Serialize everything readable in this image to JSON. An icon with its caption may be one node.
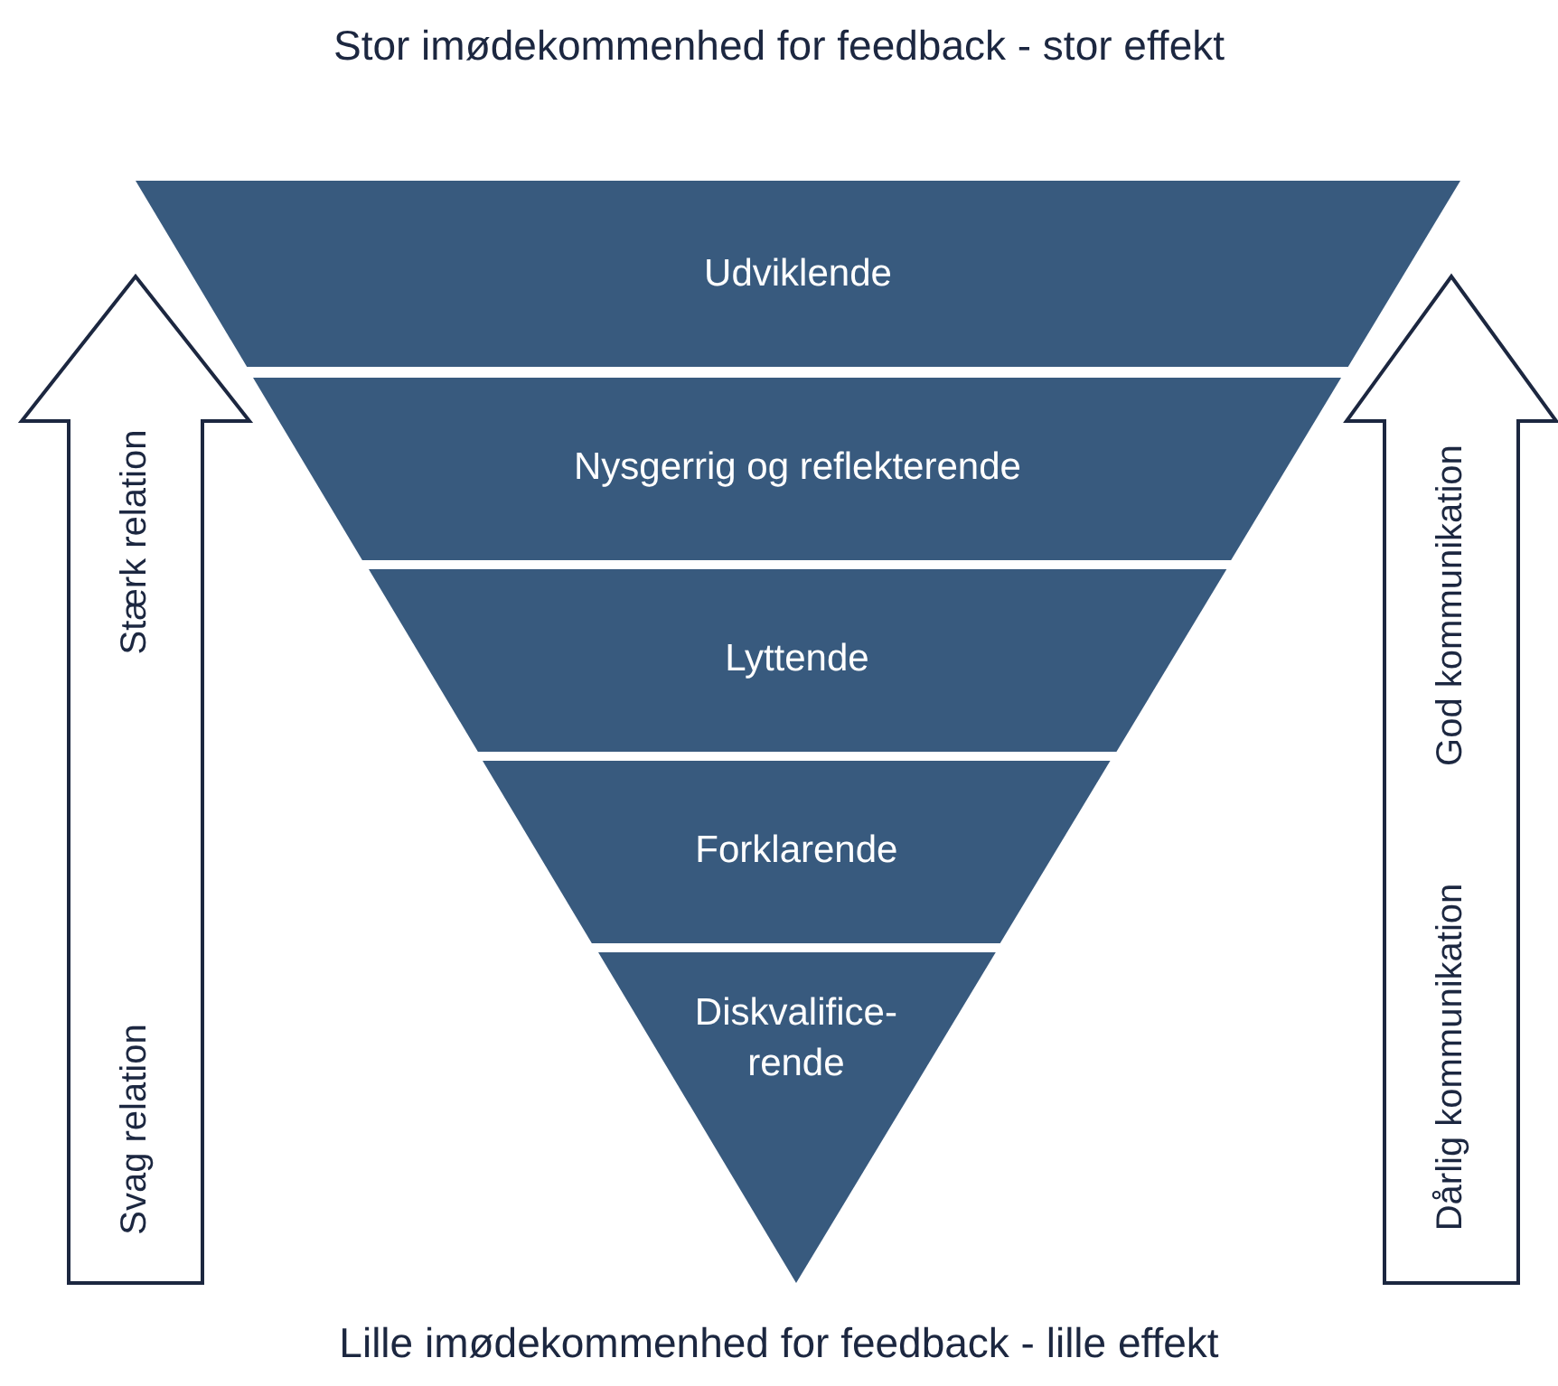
{
  "diagram": {
    "title": "Stor imødekommenhed for feedback - stor effekt",
    "caption": "Lille imødekommenhed for feedback - lille effekt",
    "nodes": [
      {
        "text": [
          "Stærk relation",
          "Svag relation"
        ]
      },
      {
        "text": [
          "Udviklende"
        ]
      },
      {
        "text": [
          "Nysgerrig og reflekterende"
        ]
      },
      {
        "text": [
          "Lyttende"
        ]
      },
      {
        "text": [
          "Forklarende"
        ]
      },
      {
        "text": [
          "Diskvalifice- rende"
        ]
      },
      {
        "text": [
          "God kommunikation",
          "Dårlig kommunikation"
        ]
      }
    ],
    "edges": []
  }
}
